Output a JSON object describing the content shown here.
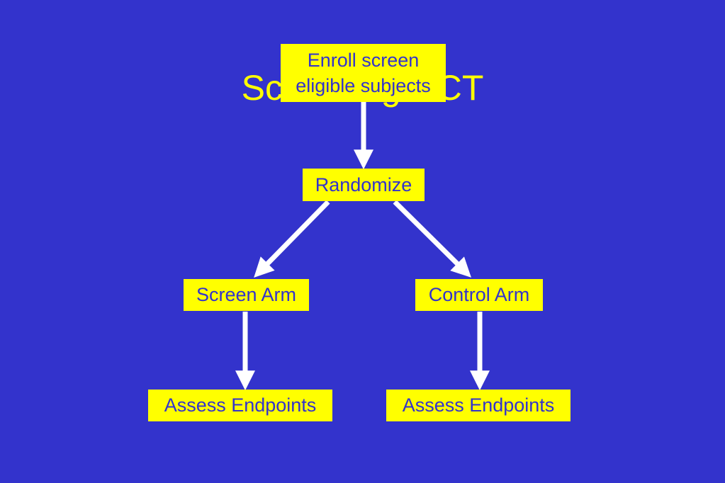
{
  "slide": {
    "title": "Screening RCT",
    "background_color": "#3333cc",
    "title_color": "#ffff00",
    "box_color": "#ffff00",
    "box_text_color": "#3333cc",
    "arrow_color": "#ffffff"
  },
  "diagram": {
    "nodes": {
      "enroll": {
        "line1": "Enroll screen",
        "line2": "eligible subjects"
      },
      "randomize": {
        "label": "Randomize"
      },
      "screen_arm": {
        "label": "Screen Arm"
      },
      "control_arm": {
        "label": "Control Arm"
      },
      "assess_left": {
        "label": "Assess Endpoints"
      },
      "assess_right": {
        "label": "Assess Endpoints"
      }
    },
    "edges": [
      {
        "from": "enroll",
        "to": "randomize"
      },
      {
        "from": "randomize",
        "to": "screen_arm"
      },
      {
        "from": "randomize",
        "to": "control_arm"
      },
      {
        "from": "screen_arm",
        "to": "assess_left"
      },
      {
        "from": "control_arm",
        "to": "assess_right"
      }
    ]
  }
}
